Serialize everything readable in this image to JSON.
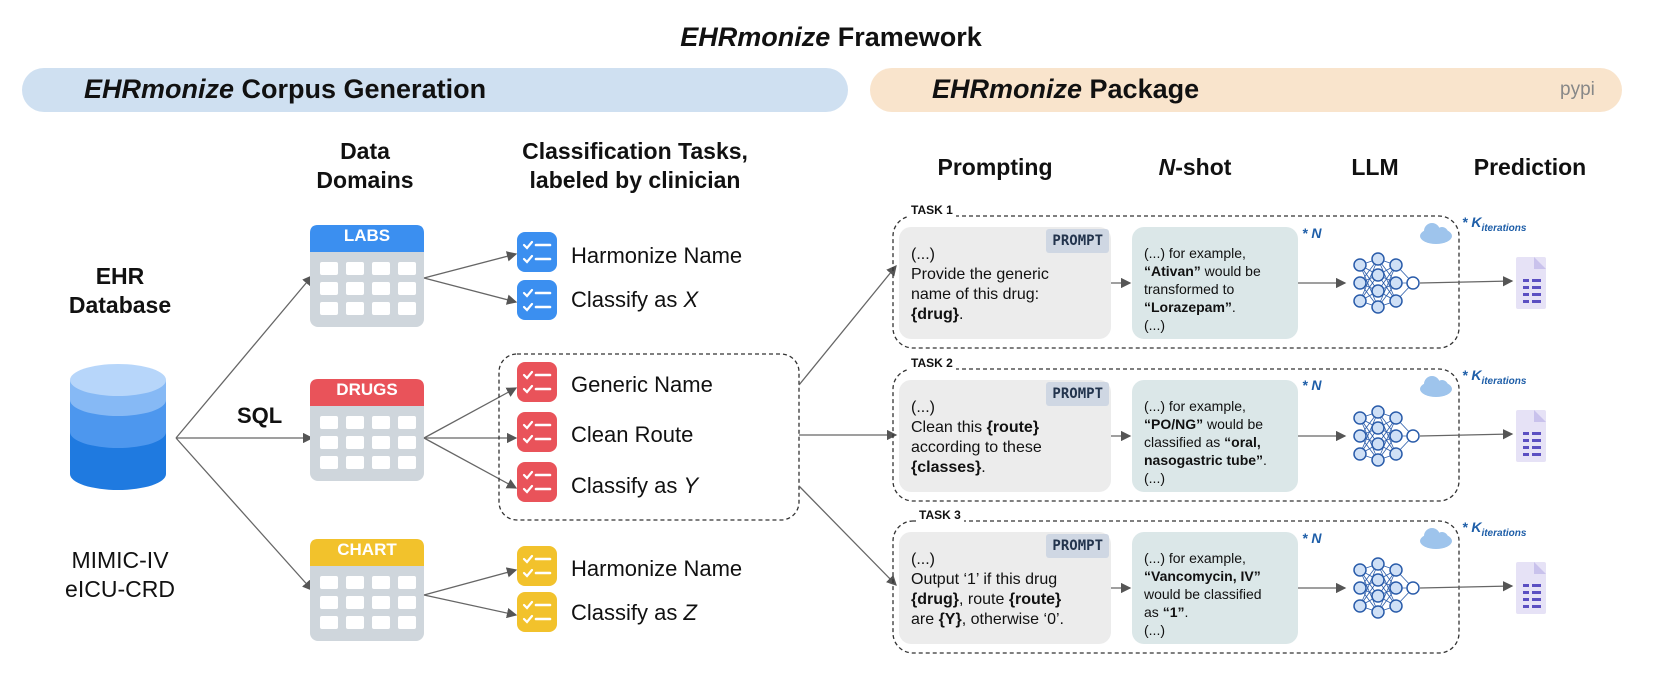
{
  "title": {
    "italic": "EHRmonize",
    "rest": " Framework"
  },
  "banners": {
    "left": {
      "italic": "EHRmonize",
      "rest": " Corpus Generation",
      "icon": "doctor-icon"
    },
    "right": {
      "italic": "EHRmonize",
      "rest": " Package",
      "icon": "pypi-icon",
      "logo_text": "pypi"
    }
  },
  "columns": {
    "data_domains": "Data\nDomains",
    "classification": "Classification Tasks,\nlabeled by clinician",
    "prompting": "Prompting",
    "nshot_italic": "N",
    "nshot_rest": "-shot",
    "llm": "LLM",
    "prediction": "Prediction"
  },
  "ehr": {
    "label": "EHR\nDatabase",
    "sources": "MIMIC-IV\neICU-CRD",
    "sql": "SQL"
  },
  "domains": [
    {
      "name": "LABS",
      "color": "#3b8ff0"
    },
    {
      "name": "DRUGS",
      "color": "#e9535a"
    },
    {
      "name": "CHART",
      "color": "#f2c22c"
    }
  ],
  "tasks": {
    "labs": [
      {
        "text": "Harmonize Name",
        "var": ""
      },
      {
        "text": "Classify as ",
        "var": "X"
      }
    ],
    "drugs": [
      {
        "text": "Generic Name",
        "var": ""
      },
      {
        "text": "Clean Route",
        "var": ""
      },
      {
        "text": "Classify as ",
        "var": "Y"
      }
    ],
    "chart": [
      {
        "text": "Harmonize Name",
        "var": ""
      },
      {
        "text": "Classify as ",
        "var": "Z"
      }
    ]
  },
  "pipeline": [
    {
      "task": "TASK 1",
      "prompt_tag": "PROMPT",
      "n": "* N",
      "k_main": "* K",
      "k_sub": "iterations"
    },
    {
      "task": "TASK 2",
      "prompt_tag": "PROMPT",
      "n": "* N",
      "k_main": "* K",
      "k_sub": "iterations"
    },
    {
      "task": "TASK 3",
      "prompt_tag": "PROMPT",
      "n": "* N",
      "k_main": "* K",
      "k_sub": "iterations"
    }
  ],
  "prompt_texts": {
    "t1": {
      "a": "(...)",
      "b": "Provide the generic",
      "c": "name of this drug:",
      "d": "{drug}",
      "e": "."
    },
    "t2": {
      "a": "(...)",
      "b": "Clean this ",
      "b2": "{route}",
      "c": "according to these",
      "d": "{classes}",
      "e": "."
    },
    "t3": {
      "a": "(...)",
      "b": "Output ‘1’ if this drug",
      "c1": "{drug}",
      "c2": ", route ",
      "c3": "{route}",
      "d1": "are ",
      "d2": "{Y}",
      "d3": ", otherwise ‘0’."
    }
  },
  "nshot_texts": {
    "t1": {
      "a": "(...) for example,",
      "b": "“Ativan”",
      "b2": " would be",
      "c": "transformed to",
      "d": "“Lorazepam”",
      "d2": ".",
      "e": "(...)"
    },
    "t2": {
      "a": "(...) for example,",
      "b": "“PO/NG”",
      "b2": " would be",
      "c": "classified as ",
      "c2": "“oral,",
      "d": "nasogastric tube”",
      "d2": ".",
      "e": "(...)"
    },
    "t3": {
      "a": "(...) for example,",
      "b": "“Vancomycin, IV”",
      "c": "would be classified",
      "d": "as ",
      "d2": "“1”",
      "d3": ".",
      "e": "(...)"
    }
  }
}
